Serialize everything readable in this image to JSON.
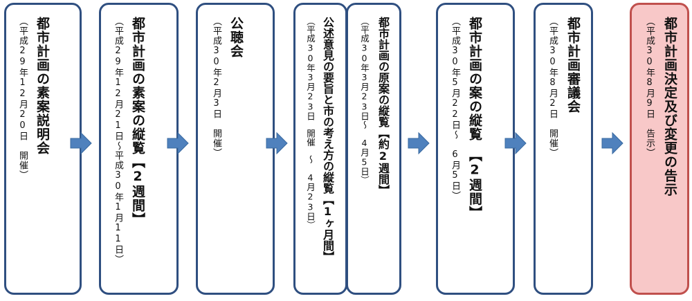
{
  "colors": {
    "border": "#2f4f80",
    "final_border": "#c0504d",
    "final_fill": "#f8c8c8",
    "arrow": "#4f81bd"
  },
  "steps": [
    {
      "title": "都市計画の素案説明会",
      "detail": "（平成29年12月20日　開催）"
    },
    {
      "title": "都市計画の素案の縦覧【2週間】",
      "detail": "（平成29年12月21日～平成30年1月11日）"
    },
    {
      "title": "公聴会",
      "detail": "（平成30年2月3日　開催）"
    },
    {
      "title": "公述意見の要旨と市の考え方の縦覧【1ヶ月間】",
      "detail": "（平成30年3月23日　開催　～　4月23日）"
    },
    {
      "title": "都市計画の原案の縦覧【約2週間】",
      "detail": "（平成30年3月23日～　4月5日）"
    },
    {
      "title": "都市計画の案の縦覧　【2週間】",
      "detail": "（平成30年5月22日～　6月5日）"
    },
    {
      "title": "都市計画審議会",
      "detail": "（平成30年8月2日　開催）"
    },
    {
      "title": "都市計画決定及び変更の告示",
      "detail": "（平成30年8月9日　告示）"
    }
  ],
  "arrow_icon": "right-arrow-icon"
}
